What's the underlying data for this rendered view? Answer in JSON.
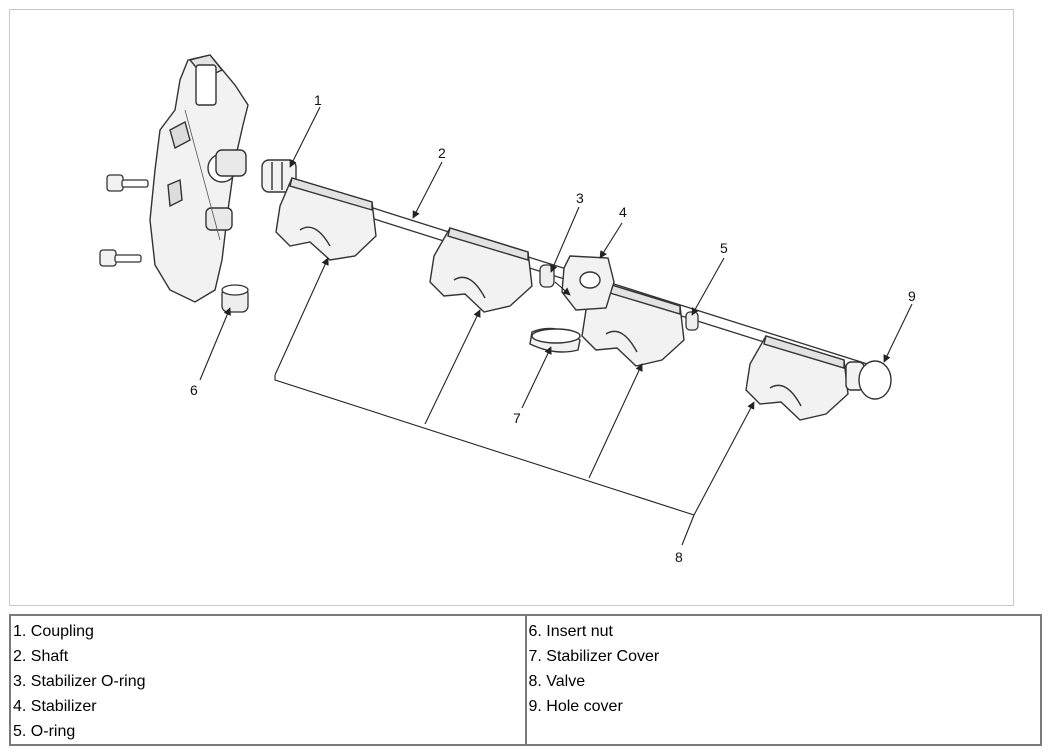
{
  "callouts": [
    "1",
    "2",
    "3",
    "4",
    "5",
    "6",
    "7",
    "8",
    "9"
  ],
  "legend": {
    "left": [
      "1. Coupling",
      "2. Shaft",
      "3. Stabilizer O-ring",
      "4. Stabilizer",
      "5. O-ring"
    ],
    "right": [
      "6. Insert nut",
      "7. Stabilizer Cover",
      "8. Valve",
      "9. Hole cover"
    ]
  },
  "colors": {
    "line": "#222222",
    "part_fill": "#f2f2f2",
    "part_stroke": "#333333",
    "border": "#7a7a7a"
  }
}
